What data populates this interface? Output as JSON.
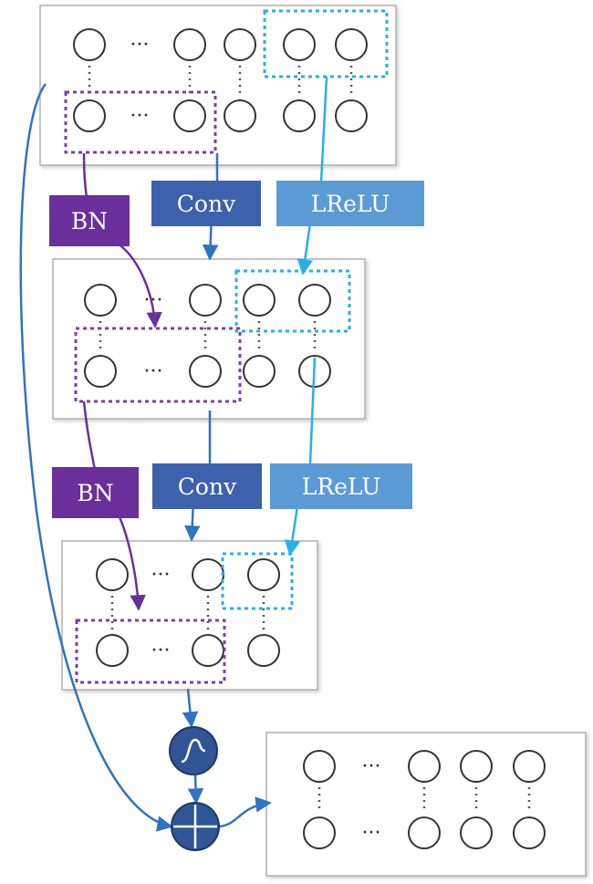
{
  "labels": {
    "bn": "BN",
    "conv": "Conv",
    "lrelu": "LReLU",
    "ellipsis": "···"
  },
  "colors": {
    "bn": "#6a2f9a",
    "conv": "#3c62ae",
    "lrelu": "#5b9bd5",
    "skip_arrow": "#2e74c0",
    "operator_fill": "#2f5597",
    "dashed_purple": "#7a3fa8",
    "dashed_cyan": "#27b0e8"
  },
  "icons": {
    "activation": "sigmoid-activation-icon",
    "addition": "plus-circle-icon"
  }
}
